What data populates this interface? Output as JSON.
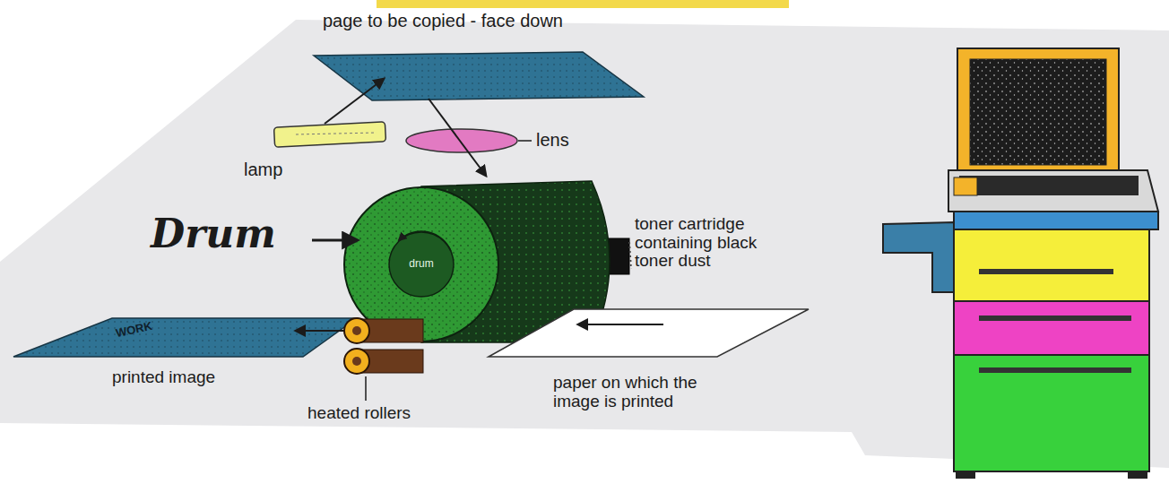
{
  "diagram": {
    "labels": [
      "page to be copied - face down",
      "lamp",
      "lens",
      "Drum",
      "drum",
      "toner cartridge containing black toner dust",
      "printed image",
      "heated rollers",
      "paper on which the image is printed",
      "WORK"
    ]
  }
}
